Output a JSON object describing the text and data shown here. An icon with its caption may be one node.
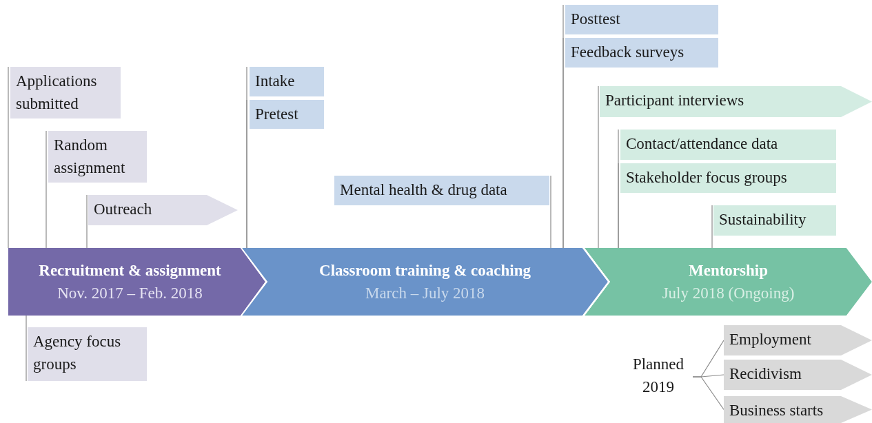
{
  "diagram": {
    "nodes": [
      {
        "text": [
          "Recruitment & assignment",
          "Nov. 2017 – Feb. 2018"
        ]
      },
      {
        "text": [
          "Classroom training & coaching",
          "March – July 2018"
        ]
      },
      {
        "text": [
          "Mentorship",
          "July 2018 (Ongoing)"
        ]
      },
      {
        "text": [
          "Applications submitted"
        ]
      },
      {
        "text": [
          "Random assignment"
        ]
      },
      {
        "text": [
          "Outreach"
        ]
      },
      {
        "text": [
          "Agency focus groups"
        ]
      },
      {
        "text": [
          "Intake"
        ]
      },
      {
        "text": [
          "Pretest"
        ]
      },
      {
        "text": [
          "Mental health & drug data"
        ]
      },
      {
        "text": [
          "Posttest"
        ]
      },
      {
        "text": [
          "Feedback surveys"
        ]
      },
      {
        "text": [
          "Participant interviews"
        ]
      },
      {
        "text": [
          "Contact/attendance data"
        ]
      },
      {
        "text": [
          "Stakeholder focus groups"
        ]
      },
      {
        "text": [
          "Sustainability"
        ]
      },
      {
        "text": [
          "Planned 2019"
        ]
      },
      {
        "text": [
          "Employment"
        ]
      },
      {
        "text": [
          "Recidivism"
        ]
      },
      {
        "text": [
          "Business starts"
        ]
      }
    ],
    "edges": [
      {
        "from": 0,
        "to": 3,
        "arrow": "none"
      },
      {
        "from": 0,
        "to": 4,
        "arrow": "none"
      },
      {
        "from": 0,
        "to": 5,
        "arrow": "none"
      },
      {
        "from": 0,
        "to": 6,
        "arrow": "none"
      },
      {
        "from": 1,
        "to": 7,
        "arrow": "none"
      },
      {
        "from": 1,
        "to": 8,
        "arrow": "none"
      },
      {
        "from": 1,
        "to": 9,
        "arrow": "none"
      },
      {
        "from": 1,
        "to": 10,
        "arrow": "none"
      },
      {
        "from": 1,
        "to": 11,
        "arrow": "none"
      },
      {
        "from": 2,
        "to": 12,
        "arrow": "none"
      },
      {
        "from": 2,
        "to": 13,
        "arrow": "none"
      },
      {
        "from": 2,
        "to": 14,
        "arrow": "none"
      },
      {
        "from": 2,
        "to": 15,
        "arrow": "none"
      },
      {
        "from": 16,
        "to": 17,
        "arrow": "none"
      },
      {
        "from": 16,
        "to": 18,
        "arrow": "none"
      },
      {
        "from": 16,
        "to": 19,
        "arrow": "none"
      }
    ]
  }
}
